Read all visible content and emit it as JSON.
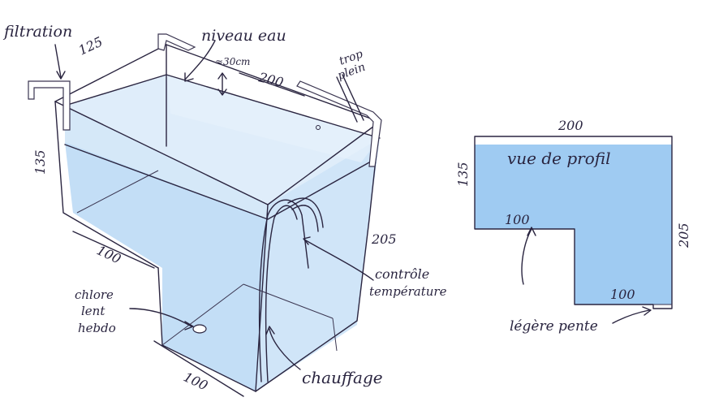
{
  "labels": {
    "filtration": "filtration",
    "niveau_eau": "niveau eau",
    "level_gap": "≈30cm",
    "trop_plein_1": "trop",
    "trop_plein_2": "plein",
    "chlore_1": "chlore",
    "chlore_2": "lent",
    "chlore_3": "hebdo",
    "controle_1": "contrôle",
    "controle_2": "température",
    "chauffage": "chauffage",
    "vue_de_profil": "vue de profil",
    "legere_pente": "légère pente"
  },
  "dimensions": {
    "top_depth": "125",
    "top_length": "200",
    "left_height": "135",
    "bottom_width": "100",
    "front_width": "100",
    "total_height": "205"
  },
  "profile": {
    "top_length": "200",
    "left_height": "135",
    "step": "100",
    "right_height": "205",
    "bottom": "100"
  },
  "colors": {
    "water": "#9fcbf2",
    "water_light": "#cfe4f7",
    "ink": "#2a2540"
  }
}
